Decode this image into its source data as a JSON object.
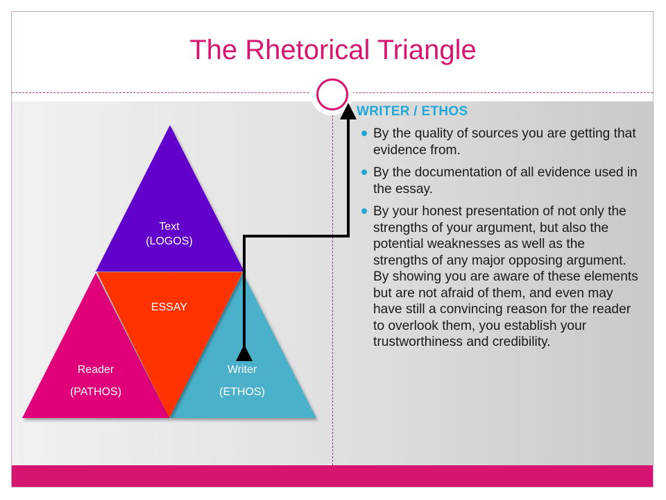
{
  "slide": {
    "title": "The Rhetorical Triangle",
    "colors": {
      "accent": "#d5156f",
      "heading": "#1fa8d8"
    }
  },
  "diagram": {
    "top": {
      "line1": "Text",
      "line2": "(LOGOS)",
      "color": "#6200cc"
    },
    "center": {
      "label": "ESSAY",
      "color": "#ff3300"
    },
    "left": {
      "line1": "Reader",
      "line2": "(PATHOS)",
      "color": "#e0007a"
    },
    "right": {
      "line1": "Writer",
      "line2": "(ETHOS)",
      "color": "#4bb0c9"
    },
    "arrow": "double-headed connector arrow"
  },
  "content": {
    "heading": "WRITER / ETHOS",
    "bullets": [
      "By the quality of sources you are getting that evidence from.",
      "By the documentation of all evidence used in the essay.",
      "By your honest presentation of not only the strengths of your argument, but also the potential weaknesses as well as the strengths of any major opposing argument. By showing you are aware of these elements but are not afraid of them, and even may have still a convincing reason for the reader to overlook them, you establish your trustworthiness and credibility."
    ]
  }
}
